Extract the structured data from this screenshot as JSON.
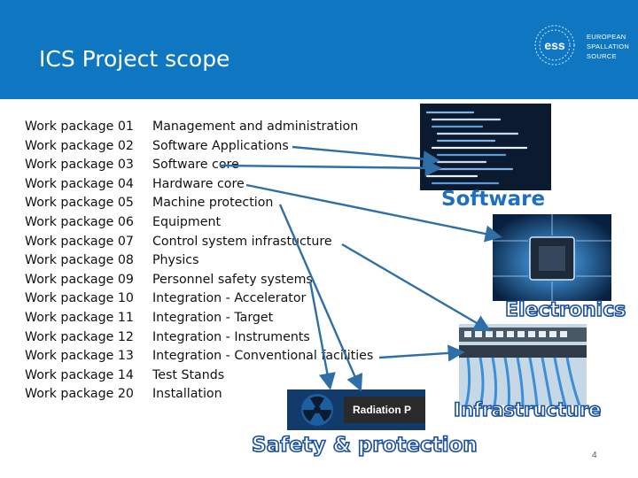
{
  "slide": {
    "title": "ICS Project scope",
    "page_number": "4"
  },
  "logo": {
    "mark": "ess",
    "line1": "EUROPEAN",
    "line2": "SPALLATION",
    "line3": "SOURCE"
  },
  "work_packages": [
    {
      "id": "Work package 01",
      "name": "Management and administration"
    },
    {
      "id": "Work package 02",
      "name": "Software Applications"
    },
    {
      "id": "Work package 03",
      "name": "Software core"
    },
    {
      "id": "Work package 04",
      "name": "Hardware core"
    },
    {
      "id": "Work package 05",
      "name": "Machine protection"
    },
    {
      "id": "Work package 06",
      "name": "Equipment"
    },
    {
      "id": "Work package 07",
      "name": "Control system infrastucture"
    },
    {
      "id": "Work package 08",
      "name": "Physics"
    },
    {
      "id": "Work package 09",
      "name": "Personnel safety systems"
    },
    {
      "id": "Work package 10",
      "name": "Integration - Accelerator"
    },
    {
      "id": "Work package 11",
      "name": "Integration - Target"
    },
    {
      "id": "Work package 12",
      "name": "Integration - Instruments"
    },
    {
      "id": "Work package 13",
      "name": "Integration - Conventional facilities"
    },
    {
      "id": "Work package 14",
      "name": "Test Stands"
    },
    {
      "id": "Work package 20",
      "name": "Installation"
    }
  ],
  "categories": {
    "software": "Software",
    "electronics": "Electronics",
    "infrastructure": "Infrastructure",
    "safety": "Safety & protection"
  },
  "radiation_image_text": "Radiation P",
  "colors": {
    "header": "#0f77c2",
    "arrow": "#2f6fa8",
    "label_outline": "#1a4fa0"
  }
}
